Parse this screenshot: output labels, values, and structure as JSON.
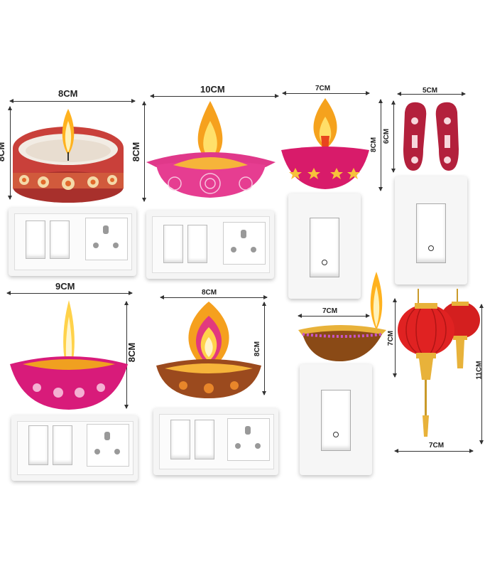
{
  "labels": {
    "candle_width": "8CM",
    "candle_height": "8CM",
    "pink_diya_width": "10CM",
    "pink_diya_height": "8CM",
    "small_diya_width": "7CM",
    "small_diya_height": "8CM",
    "footprints_width": "5CM",
    "footprints_height": "6CM",
    "magenta_diya_width": "9CM",
    "magenta_diya_height": "8CM",
    "flame_diya_width": "8CM",
    "flame_diya_height": "8CM",
    "brass_diya_width": "7CM",
    "brass_diya_height": "7CM",
    "lantern_width": "7CM",
    "lantern_height": "11CM"
  },
  "colors": {
    "flame_yellow": "#ffc21a",
    "flame_orange": "#f39a1e",
    "pink": "#e0388a",
    "magenta": "#d81b7a",
    "red_lantern": "#d41f1f",
    "gold": "#e8b23a",
    "switch_white": "#f4f4f4"
  }
}
